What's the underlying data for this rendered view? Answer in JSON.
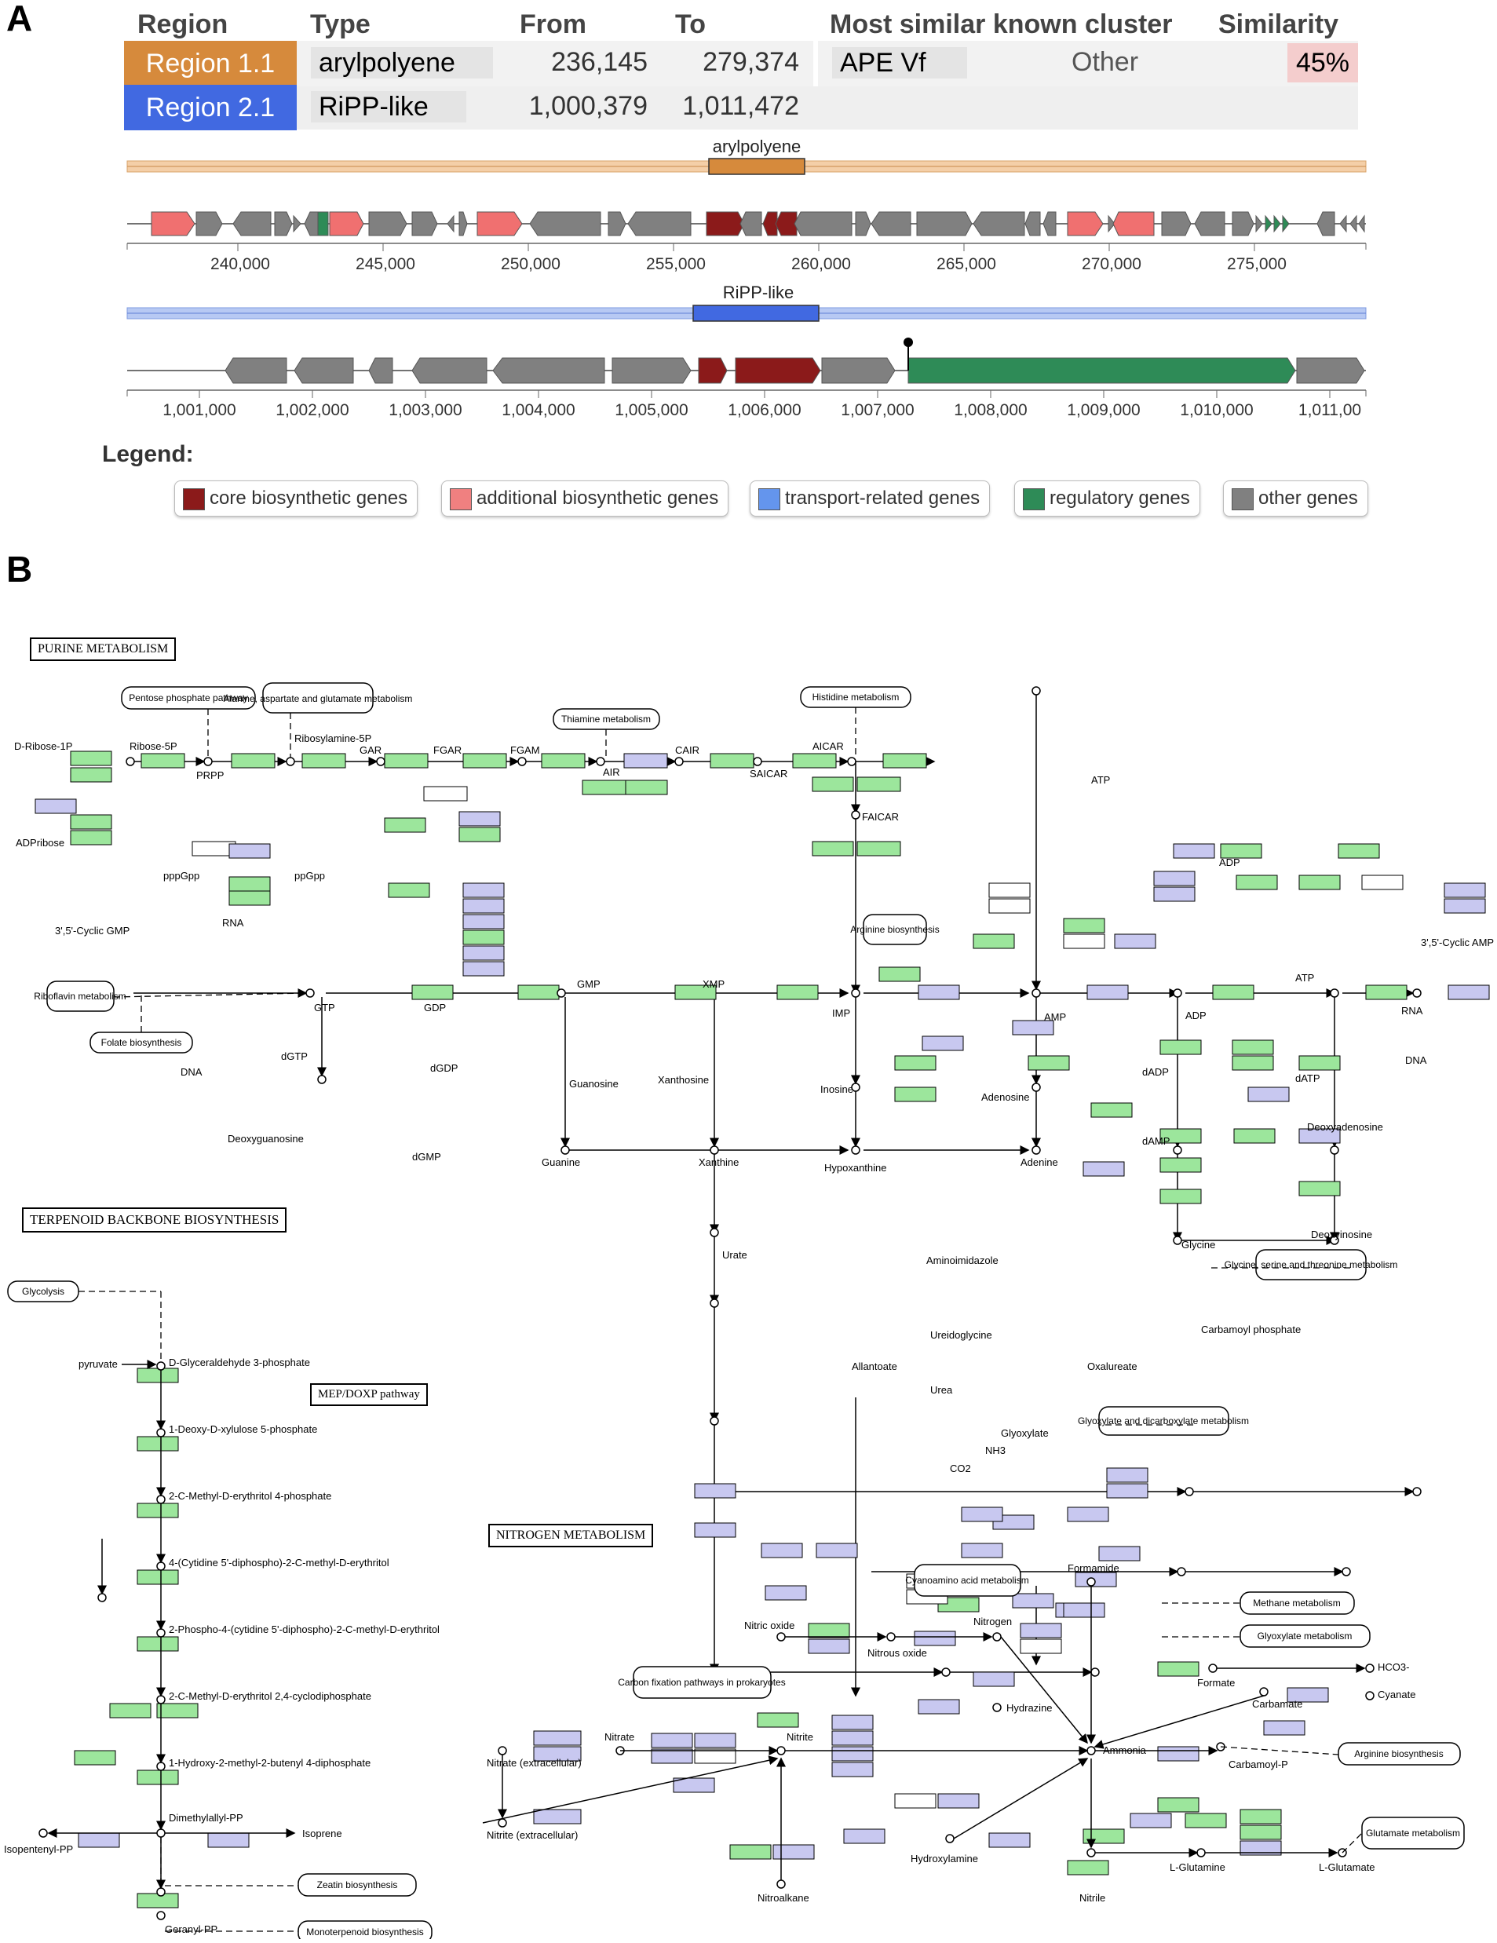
{
  "panelA": {
    "letter": "A",
    "headers": {
      "region": "Region",
      "type": "Type",
      "from": "From",
      "to": "To",
      "cluster": "Most similar known cluster",
      "similarity": "Similarity"
    },
    "rows": [
      {
        "region": "Region 1.1",
        "region_color": "#d68a3c",
        "type": "arylpolyene",
        "from": "236,145",
        "to": "279,374",
        "cluster": "APE Vf",
        "cluster_type": "Other",
        "similarity": "45%"
      },
      {
        "region": "Region 2.1",
        "region_color": "#4169e1",
        "type": "RiPP-like",
        "from": "1,000,379",
        "to": "1,011,472",
        "cluster": "",
        "cluster_type": "",
        "similarity": ""
      }
    ],
    "track1": {
      "label": "arylpolyene",
      "ticks": [
        "240,000",
        "245,000",
        "250,000",
        "255,000",
        "260,000",
        "265,000",
        "270,000",
        "275,000"
      ]
    },
    "track2": {
      "label": "RiPP-like",
      "ticks": [
        "1,001,000",
        "1,002,000",
        "1,003,000",
        "1,004,000",
        "1,005,000",
        "1,006,000",
        "1,007,000",
        "1,008,000",
        "1,009,000",
        "1,010,000",
        "1,011,00"
      ]
    },
    "legend_title": "Legend:",
    "legend": [
      {
        "label": "core biosynthetic genes",
        "color": "#8b1a1a"
      },
      {
        "label": "additional biosynthetic genes",
        "color": "#f08080"
      },
      {
        "label": "transport-related genes",
        "color": "#6495ed"
      },
      {
        "label": "regulatory genes",
        "color": "#2e8b57"
      },
      {
        "label": "other genes",
        "color": "#808080"
      }
    ]
  },
  "panelB": {
    "letter": "B",
    "titles": {
      "purine": "PURINE METABOLISM",
      "terpenoid": "TERPENOID BACKBONE BIOSYNTHESIS",
      "mep": "MEP/DOXP pathway",
      "nitrogen": "NITROGEN METABOLISM"
    },
    "pathway_refs": [
      "Pentose phosphate pathway",
      "Alanine, aspartate and glutamate metabolism",
      "Thiamine metabolism",
      "Histidine metabolism",
      "Riboflavin metabolism",
      "Folate biosynthesis",
      "Arginine biosynthesis",
      "Glycine, serine and threonine metabolism",
      "Glyoxylate and dicarboxylate metabolism",
      "Glycolysis",
      "Zeatin biosynthesis",
      "Monoterpenoid biosynthesis",
      "Cyanoamino acid metabolism",
      "Methane metabolism",
      "Glyoxylate metabolism",
      "Carbon fixation pathways in prokaryotes",
      "Arginine biosynthesis",
      "Glutamate metabolism"
    ],
    "compounds": {
      "d_ribose": "D-Ribose-1P",
      "ribose5p": "Ribose-5P",
      "prpp": "PRPP",
      "ribosylamine": "Ribosylamine-5P",
      "gar": "GAR",
      "fgar": "FGAR",
      "fgam": "FGAM",
      "air": "AIR",
      "cair": "CAIR",
      "saicar": "SAICAR",
      "aicar": "AICAR",
      "faicar": "FAICAR",
      "imp": "IMP",
      "gmp": "GMP",
      "xmp": "XMP",
      "amp": "AMP",
      "adp": "ADP",
      "atp": "ATP",
      "gtp": "GTP",
      "gdp": "GDP",
      "rna": "RNA",
      "dna": "DNA",
      "guanosine": "Guanosine",
      "xanthosine": "Xanthosine",
      "inosine": "Inosine",
      "adenosine": "Adenosine",
      "guanine": "Guanine",
      "xanthine": "Xanthine",
      "hypoxanthine": "Hypoxanthine",
      "adenine": "Adenine",
      "urate": "Urate",
      "allantoin": "Allantoate",
      "urea": "Urea",
      "glyoxylate": "Glyoxylate",
      "co2": "CO2",
      "nh3": "NH3",
      "l_glutamine": "L-Glutamine",
      "adprbose": "ADPribose",
      "pppgpp": "pppGpp",
      "ppgpp": "ppGpp",
      "dgtp": "dGTP",
      "dgdp": "dGDP",
      "dgmp": "dGMP",
      "deoxyguanosine": "Deoxyguanosine",
      "dadp": "dADP",
      "damp": "dAMP",
      "datp": "dATP",
      "deoxyadenosine": "Deoxyadenosine",
      "deoxyinosine": "Deoxyinosine",
      "cgmp": "3',5'-Cyclic GMP",
      "camp": "3',5'-Cyclic AMP",
      "oxalureate": "Oxalureate",
      "glycine": "Glycine",
      "carbamoyl_p": "Carbamoyl phosphate",
      "ureidoglycine": "Ureidoglycine",
      "aminoimidazole": "Aminoimidazole",
      "pyruvate": "pyruvate",
      "g3p": "D-Glyceraldehyde 3-phosphate",
      "dxp": "1-Deoxy-D-xylulose 5-phosphate",
      "mep": "2-C-Methyl-D-erythritol 4-phosphate",
      "cdpme": "4-(Cytidine 5'-diphospho)-2-C-methyl-D-erythritol",
      "cdpmep": "2-Phospho-4-(cytidine 5'-diphospho)-2-C-methyl-D-erythritol",
      "mecpp": "2-C-Methyl-D-erythritol 2,4-cyclodiphosphate",
      "hmbpp": "1-Hydroxy-2-methyl-2-butenyl 4-diphosphate",
      "ipp": "Isopentenyl-PP",
      "dmapp": "Dimethylallyl-PP",
      "isoprene": "Isoprene",
      "gpp": "Geranyl-PP",
      "nitrate_ex": "Nitrate (extracellular)",
      "nitrite_ex": "Nitrite (extracellular)",
      "nitrate": "Nitrate",
      "nitrite": "Nitrite",
      "nitric_oxide": "Nitric oxide",
      "nitrous_oxide": "Nitrous oxide",
      "nitrogen": "Nitrogen",
      "hydrazine": "Hydrazine",
      "hydroxylamine": "Hydroxylamine",
      "ammonia": "Ammonia",
      "formamide": "Formamide",
      "formate": "Formate",
      "carbamate": "Carbamate",
      "cyanate": "Cyanate",
      "hco3": "HCO3-",
      "nitroalkane": "Nitroalkane",
      "nitrile": "Nitrile",
      "l_glutamate": "L-Glutamate",
      "l_glutamine2": "L-Glutamine",
      "carbamoyl_p2": "Carbamoyl-P"
    }
  }
}
